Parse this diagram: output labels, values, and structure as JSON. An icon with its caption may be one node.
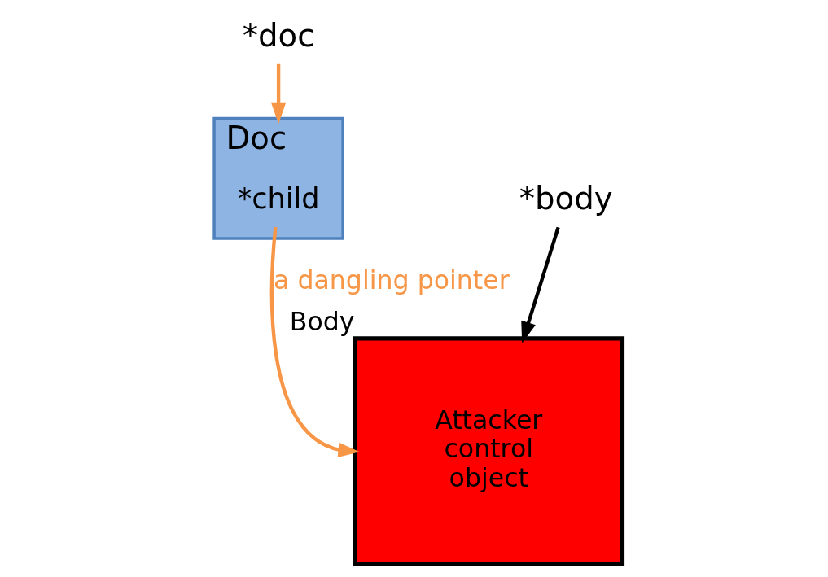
{
  "diagram": {
    "nodes": [
      {
        "text": [
          "*doc"
        ]
      },
      {
        "text": [
          "Doc"
        ]
      },
      {
        "text": [
          "*child"
        ],
        "in": 1
      },
      {
        "text": [
          "Body",
          "Attacker control object"
        ]
      },
      {
        "text": [
          "*body"
        ]
      }
    ],
    "edges": [
      {
        "from": 0,
        "to": 1,
        "arrow": "to",
        "color": "#f79646"
      },
      {
        "from": 2,
        "to": 3,
        "arrow": "to",
        "label": "a dangling pointer",
        "color": "#f79646"
      },
      {
        "from": 4,
        "to": 3,
        "arrow": "to",
        "color": "#000000"
      }
    ]
  }
}
